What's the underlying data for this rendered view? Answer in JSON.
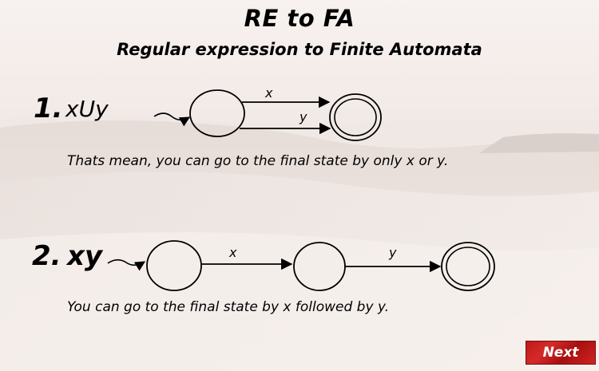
{
  "title": "RE to FA",
  "subtitle": "Regular expression to Finite Automata",
  "example1": {
    "number": "1.",
    "expression": "xUy",
    "edge_labels": [
      "x",
      "y"
    ],
    "description": "Thats mean, you can go to the final state by only x or y."
  },
  "example2": {
    "number": "2.",
    "expression": "xy",
    "edge_labels": [
      "x",
      "y"
    ],
    "description": "You can go to the final state by x followed by y."
  },
  "next_button": {
    "label": "Next",
    "color": "#c01818"
  }
}
